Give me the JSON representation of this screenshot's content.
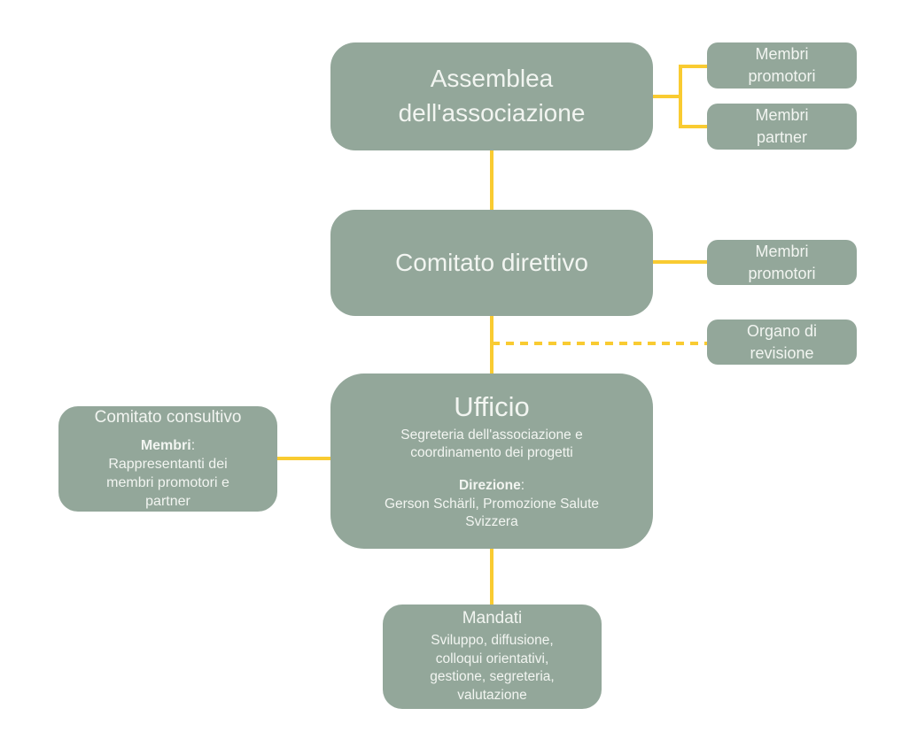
{
  "colors": {
    "box": "#93a79a",
    "line": "#f9cb31",
    "text": "#f2f5f1",
    "bg": "#ffffff"
  },
  "nodes": {
    "assemblea": {
      "title": "Assemblea\ndell'associazione"
    },
    "membri_promotori_top": {
      "label": "Membri\npromotori"
    },
    "membri_partner": {
      "label": "Membri\npartner"
    },
    "comitato_direttivo": {
      "title": "Comitato direttivo"
    },
    "membri_promotori_mid": {
      "label": "Membri\npromotori"
    },
    "organo_revisione": {
      "label": "Organo di\nrevisione"
    },
    "ufficio": {
      "title": "Ufficio",
      "subtitle": "Segreteria dell'associazione e\ncoordinamento dei progetti",
      "direction_label": "Direzione",
      "direction_colon": ":",
      "direction_value": "Gerson Schärli, Promozione Salute\nSvizzera"
    },
    "comitato_consultivo": {
      "title": "Comitato consultivo",
      "members_label": "Membri",
      "members_colon": ":",
      "members_value": "Rappresentanti dei\nmembri promotori e\npartner"
    },
    "mandati": {
      "title": "Mandati",
      "description": "Sviluppo, diffusione,\ncolloqui orientativi,\ngestione, segreteria,\nvalutazione"
    }
  }
}
